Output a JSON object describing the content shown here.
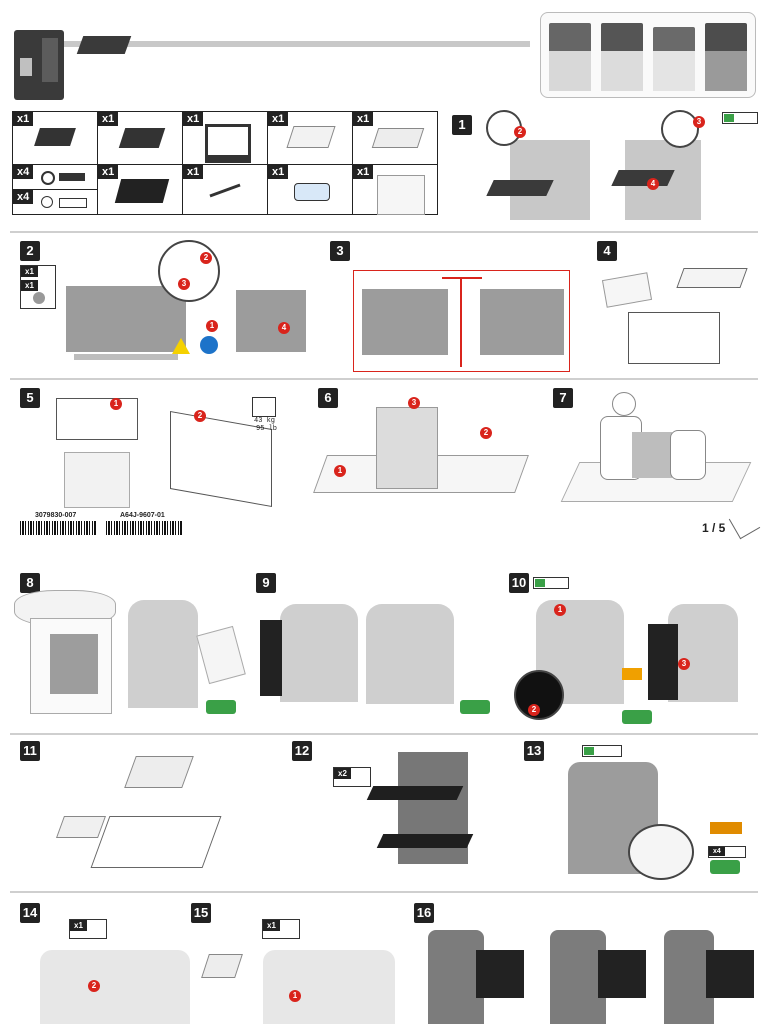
{
  "parts": {
    "qty": [
      "x1",
      "x1",
      "x1",
      "x1",
      "x1",
      "x4",
      "x1",
      "x1",
      "x1",
      "x1",
      "x4"
    ]
  },
  "steps": [
    "1",
    "2",
    "3",
    "4",
    "5",
    "6",
    "7",
    "8",
    "9",
    "10",
    "11",
    "12",
    "13",
    "14",
    "15",
    "16"
  ],
  "callouts": {
    "s2_qty1": "x1",
    "s2_qty2": "x1",
    "s12_qty": "x2",
    "s13_qty": "x4",
    "s14_qty": "x1",
    "s15_qty": "x1"
  },
  "weight": {
    "kg": "43 kg",
    "lb": "95 lb"
  },
  "barcodes": {
    "left": "3079830-007",
    "right": "A64J-9607-01"
  },
  "page_number": "1 / 5",
  "colors": {
    "accent_red": "#d9241c",
    "green": "#3aa047",
    "warning_yellow": "#f5d100",
    "info_blue": "#1d73c9"
  }
}
